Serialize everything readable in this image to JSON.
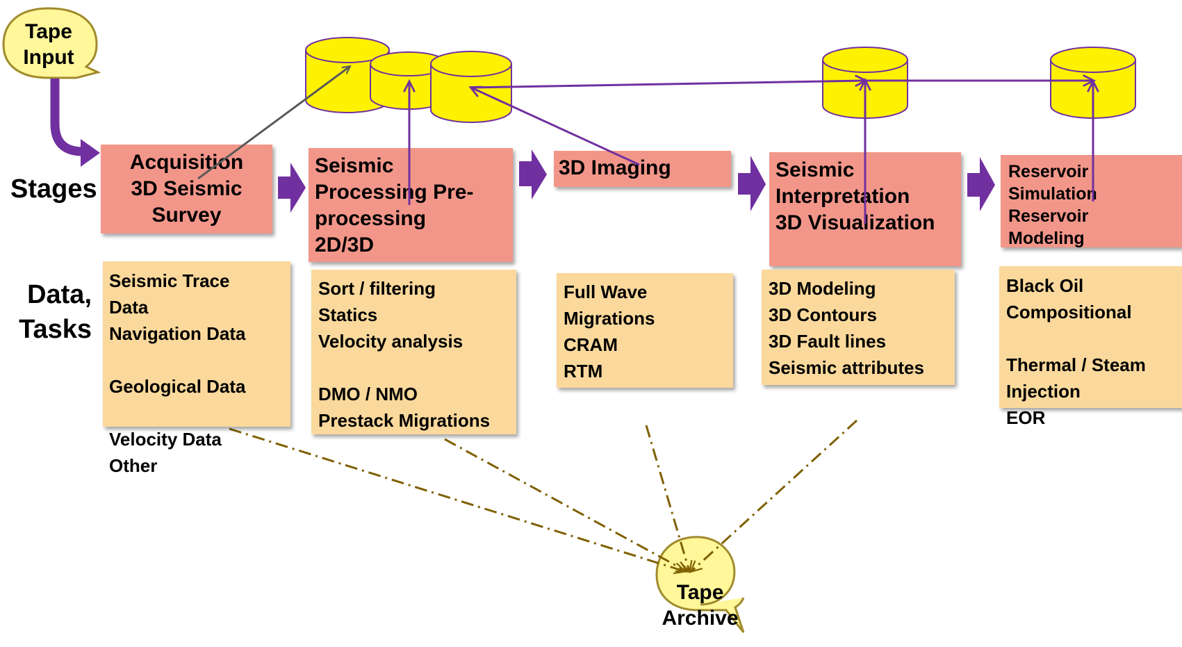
{
  "bubbles": {
    "input": "Tape\nInput",
    "archive": "Tape\nArchive"
  },
  "side_labels": {
    "stages": "Stages",
    "data_tasks": "Data,\nTasks"
  },
  "stages": [
    "Acquisition\n3D Seismic\nSurvey",
    "Seismic\nProcessing Pre-\nprocessing\n2D/3D",
    "3D Imaging",
    "Seismic\nInterpretation\n3D Visualization",
    "Reservoir\nSimulation\nReservoir\nModeling"
  ],
  "tasks": [
    "Seismic Trace\nData\nNavigation Data\n\nGeological Data\n\nVelocity Data\nOther",
    "Sort / filtering\nStatics\nVelocity analysis\n\nDMO / NMO\nPrestack Migrations",
    "Full Wave\nMigrations\nCRAM\nRTM",
    "3D Modeling\n3D Contours\n3D Fault lines\nSeismic attributes",
    "Black Oil\nCompositional\n\nThermal / Steam\nInjection\nEOR"
  ],
  "colors": {
    "stage_fill": "#f3968a",
    "task_fill": "#fbd99c",
    "bubble_fill": "#fff79a",
    "cylinder_fill": "#fff200",
    "arrow_purple": "#7030a0",
    "arrow_gray": "#595959",
    "archive_line": "#7f6000"
  }
}
